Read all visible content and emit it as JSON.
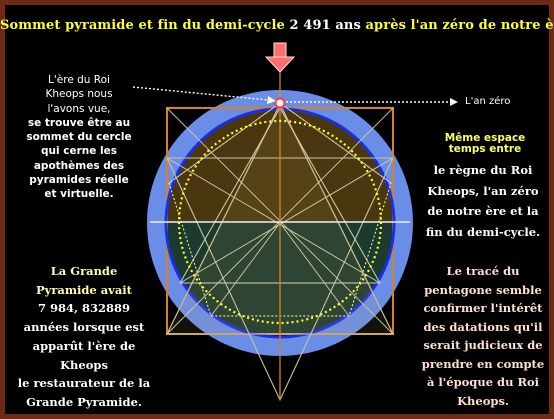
{
  "title": {
    "part1": "Sommet pyramide et fin du demi-cycle",
    "years": "2 491",
    "part2": "ans",
    "part3": "après l'an zéro de notre ère."
  },
  "left_note": {
    "lines": [
      "L'ère du Roi",
      "Kheops nous",
      "l'avons vue,",
      "se trouve être au",
      "sommet du cercle",
      "qui cerne les",
      "apothèmes des",
      "pyramides réelle",
      "et virtuelle."
    ]
  },
  "an_zero_label": "L'an zéro",
  "right_top": {
    "heading_line1": "Même espace",
    "heading_line2": "temps entre",
    "lines": [
      "le règne du Roi",
      "Kheops, l'an zéro",
      "de notre ère et la",
      "fin du demi-cycle."
    ]
  },
  "left_bottom": {
    "lines": [
      "La Grande",
      "Pyramide avait",
      "7 984, 832889",
      "années lorsque est",
      "apparût l'ère de",
      "Kheops",
      "le restaurateur de la",
      "Grande Pyramide."
    ]
  },
  "right_bottom": {
    "lines": [
      "Le tracé du",
      "pentagone semble",
      "confirmer l'intérêt",
      "des datations qu'il",
      "serait judicieux de",
      "prendre en compte",
      "à l'époque du Roi",
      "Kheops."
    ]
  },
  "colors": {
    "outer_ring": "#6a8ee8",
    "inner_circle": "#1a2fe0",
    "square": "#d9821a",
    "upper_fill": "#4a3710",
    "lower_fill": "#1d3a2f",
    "dotted_circle": "#ffff33",
    "arrow": "#ff7777",
    "frame": "#6e2a14"
  }
}
